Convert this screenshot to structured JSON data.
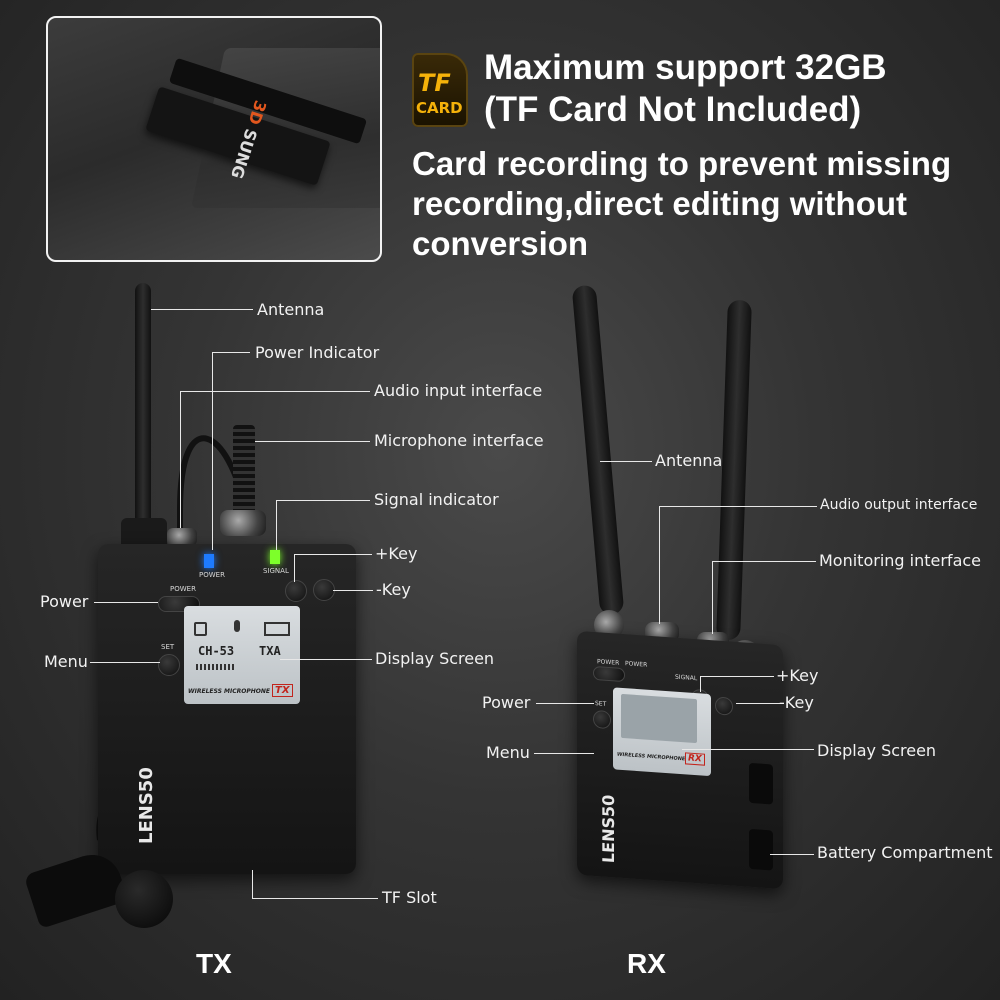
{
  "header": {
    "tf_badge": {
      "top": "TF",
      "bottom": "CARD"
    },
    "line1": "Maximum support 32GB",
    "line2": "(TF Card Not Included)",
    "description": "Card recording to prevent missing recording,direct editing without conversion"
  },
  "inset_photo": {
    "card_text": "3D",
    "card_brand": "SUNG"
  },
  "tx": {
    "label": "TX",
    "brand": "LENS50",
    "indicator_power": "POWER",
    "indicator_signal": "SIGNAL",
    "btn_power": "POWER",
    "btn_set": "SET",
    "screen": {
      "channel": "CH-53",
      "mode": "TXA",
      "footer": "WIRELESS MICROPHONE",
      "badge": "TX"
    },
    "callouts": {
      "antenna": "Antenna",
      "power_indicator": "Power Indicator",
      "audio_input": "Audio input interface",
      "microphone": "Microphone interface",
      "signal_indicator": "Signal indicator",
      "plus_key": "+Key",
      "minus_key": "-Key",
      "power": "Power",
      "menu": "Menu",
      "display": "Display Screen",
      "tf_slot": "TF Slot"
    }
  },
  "rx": {
    "label": "RX",
    "brand": "LENS50",
    "btn_power": "POWER",
    "btn_set": "SET",
    "indicator_power": "POWER",
    "indicator_signal": "SIGNAL",
    "screen": {
      "footer": "WIRELESS MICROPHONE",
      "badge": "RX"
    },
    "callouts": {
      "antenna": "Antenna",
      "audio_output": "Audio output interface",
      "monitoring": "Monitoring interface",
      "plus_key": "+Key",
      "minus_key": "-Key",
      "power": "Power",
      "menu": "Menu",
      "display": "Display Screen",
      "battery": "Battery Compartment"
    }
  },
  "colors": {
    "power_led": "#1e7bff",
    "signal_led": "#7dff2a",
    "tf_gold": "#f5b20a",
    "screen_badge": "#c2241c"
  }
}
